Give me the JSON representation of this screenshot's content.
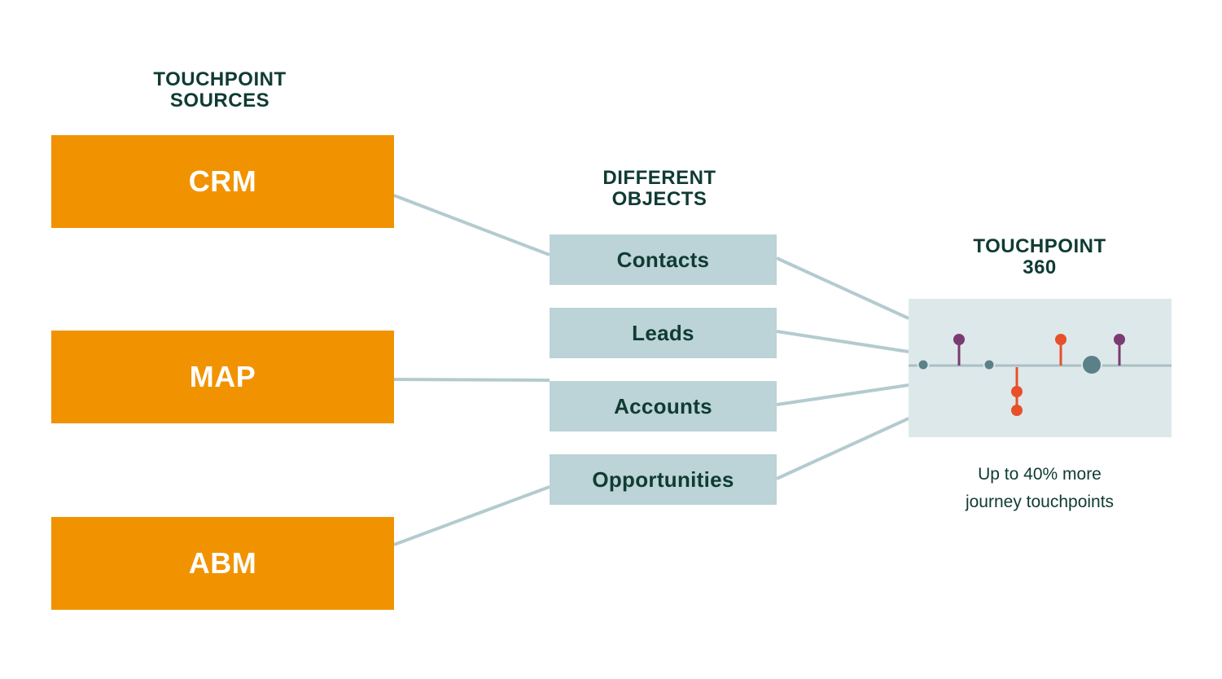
{
  "headings": {
    "sources": "TOUCHPOINT\nSOURCES",
    "objects": "DIFFERENT\nOBJECTS",
    "touchpoint360": "TOUCHPOINT\n360"
  },
  "sources": [
    "CRM",
    "MAP",
    "ABM"
  ],
  "objects": [
    "Contacts",
    "Leads",
    "Accounts",
    "Opportunities"
  ],
  "caption": "Up to 40% more\njourney touchpoints",
  "colors": {
    "source_fill": "#f19300",
    "object_fill": "#bcd3d7",
    "panel_fill": "#dde8ea",
    "connector": "#b3cbcf",
    "heading_text": "#0f3b33",
    "marker_purple": "#7b3b72",
    "marker_orange": "#e8502a",
    "marker_teal": "#5a8187"
  }
}
